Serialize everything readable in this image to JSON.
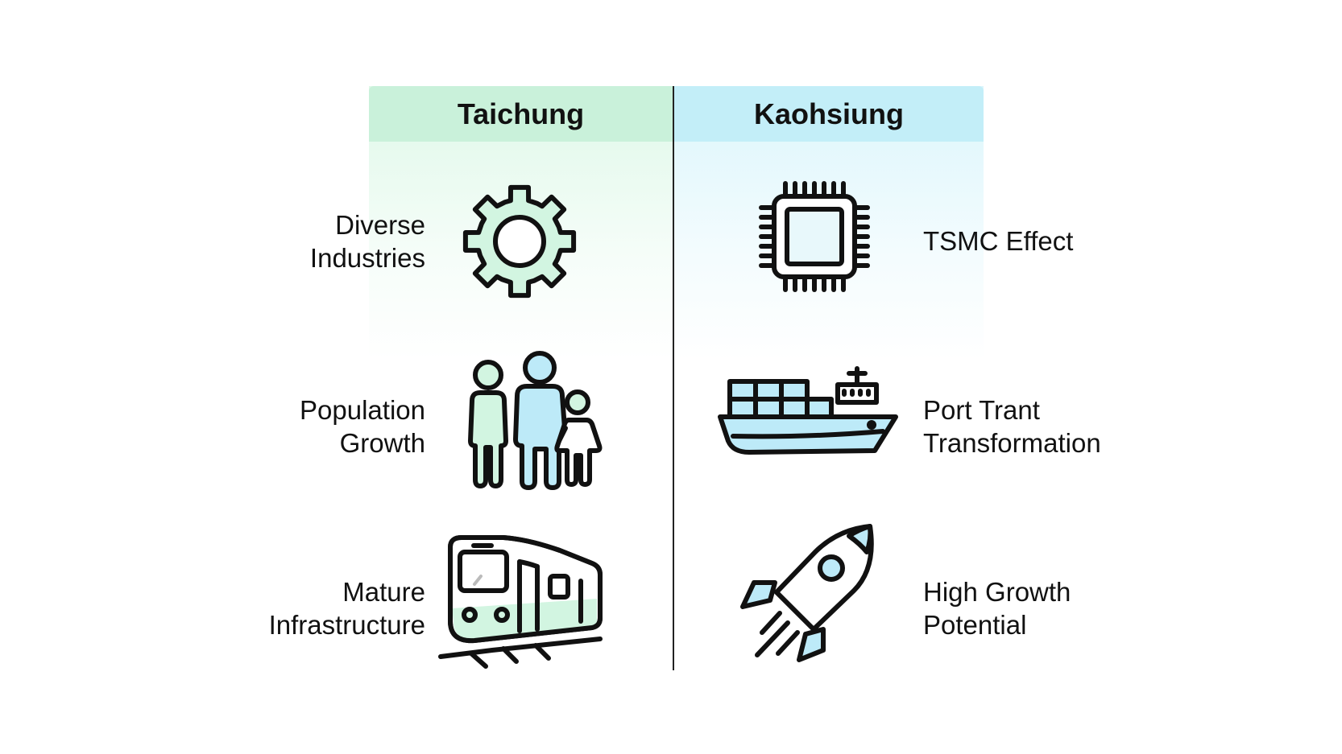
{
  "columns": [
    {
      "title": "Taichung",
      "items": [
        {
          "label": "Diverse\nIndustries",
          "icon": "gear-icon"
        },
        {
          "label": "Population\nGrowth",
          "icon": "family-icon"
        },
        {
          "label": "Mature\nInfrastructure",
          "icon": "train-icon"
        }
      ]
    },
    {
      "title": "Kaohsiung",
      "items": [
        {
          "label": "TSMC Effect",
          "icon": "microchip-icon"
        },
        {
          "label": "Port Trant\nTransformation",
          "icon": "cargo-ship-icon"
        },
        {
          "label": "High Growth\nPotential",
          "icon": "rocket-icon"
        }
      ]
    }
  ],
  "colors": {
    "taichung_accent": "#c9f1da",
    "kaohsiung_accent": "#c3eef8",
    "mint_fill": "#d2f5e1",
    "blue_fill": "#bdeaf8",
    "outline": "#111111"
  }
}
